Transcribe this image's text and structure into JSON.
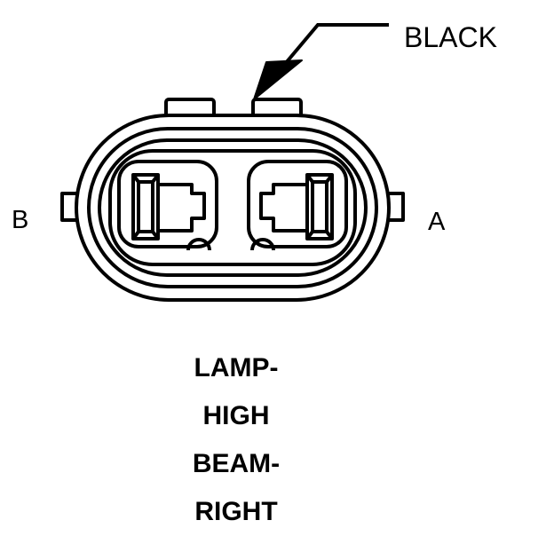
{
  "callout": {
    "color_label": "BLACK"
  },
  "pins": {
    "left_label": "B",
    "right_label": "A"
  },
  "caption": {
    "lines": [
      "LAMP-",
      "HIGH",
      "BEAM-",
      "RIGHT"
    ]
  },
  "colors": {
    "ink": "#000000",
    "background": "#ffffff"
  }
}
